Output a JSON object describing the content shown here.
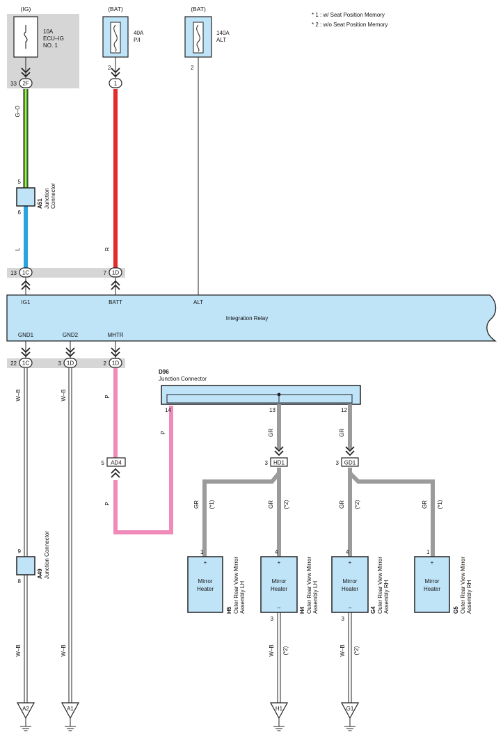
{
  "notes": {
    "note1": "* 1 : w/ Seat Position Memory",
    "note2": "* 2 : w/o Seat Position Memory"
  },
  "power": {
    "ig": {
      "source": "(IG)",
      "rating": "10A",
      "name1": "ECU–IG",
      "name2": "NO. 1",
      "out_pin": "33",
      "conn": "2F"
    },
    "bat1": {
      "source": "(BAT)",
      "rating": "40A",
      "name": "P/I",
      "out_pin": "2",
      "conn": "1"
    },
    "bat2": {
      "source": "(BAT)",
      "rating": "140A",
      "name": "ALT",
      "out_pin": "2"
    }
  },
  "wires": {
    "go": "G–O",
    "l": "L",
    "r": "R",
    "wb": "W–B",
    "p": "P",
    "gr": "GR"
  },
  "a51": {
    "id": "A51",
    "name1": "Junction",
    "name2": "Connector",
    "pin_in": "5",
    "pin_out": "6"
  },
  "a49": {
    "id": "A49",
    "name": "Junction Connector",
    "pin_in": "9",
    "pin_out": "8"
  },
  "relay": {
    "name": "Integration Relay",
    "in": [
      {
        "pin": "13",
        "conn": "1C",
        "label": "IG1"
      },
      {
        "pin": "7",
        "conn": "1D",
        "label": "BATT"
      },
      {
        "label": "ALT"
      }
    ],
    "out": [
      {
        "pin": "22",
        "conn": "1C",
        "label": "GND1"
      },
      {
        "pin": "3",
        "conn": "1D",
        "label": "GND2"
      },
      {
        "pin": "2",
        "conn": "1D",
        "label": "MHTR"
      }
    ]
  },
  "d96": {
    "id": "D96",
    "name": "Junction Connector",
    "pins": [
      "14",
      "13",
      "12"
    ]
  },
  "inline": {
    "ad4": {
      "pin": "5",
      "conn": "AD4"
    },
    "hd1": {
      "pin": "3",
      "conn": "HD1"
    },
    "gd1": {
      "pin": "3",
      "conn": "GD1"
    }
  },
  "variants": {
    "v1": "(*1)",
    "v2": "(*2)"
  },
  "heaters": [
    {
      "id": "H5",
      "pin": "1",
      "l1": "Mirror",
      "l2": "Heater",
      "n1": "Outer Rear View Mirror",
      "n2": "Assembly LH",
      "plus": "+"
    },
    {
      "id": "H4",
      "pin": "4",
      "l1": "Mirror",
      "l2": "Heater",
      "n1": "Outer Rear View Mirror",
      "n2": "Assembly LH",
      "plus": "+",
      "minus": "–",
      "gnd_pin": "3"
    },
    {
      "id": "G4",
      "pin": "4",
      "l1": "Mirror",
      "l2": "Heater",
      "n1": "Outer Rear View Mirror",
      "n2": "Assembly RH",
      "plus": "+",
      "minus": "–",
      "gnd_pin": "3"
    },
    {
      "id": "G5",
      "pin": "1",
      "l1": "Mirror",
      "l2": "Heater",
      "n1": "Outer Rear View Mirror",
      "n2": "Assembly RH",
      "plus": "+"
    }
  ],
  "grounds": [
    "A2",
    "A1",
    "H1",
    "G1"
  ],
  "colors": {
    "green": "#2eaa3a",
    "yellow": "#e8e23a",
    "blue": "#2aa4de",
    "red": "#e32b2b",
    "pink": "#f08ab8",
    "gray": "#9b9b9b",
    "component_fill": "#bfe3f7",
    "band": "#d6d6d6"
  }
}
